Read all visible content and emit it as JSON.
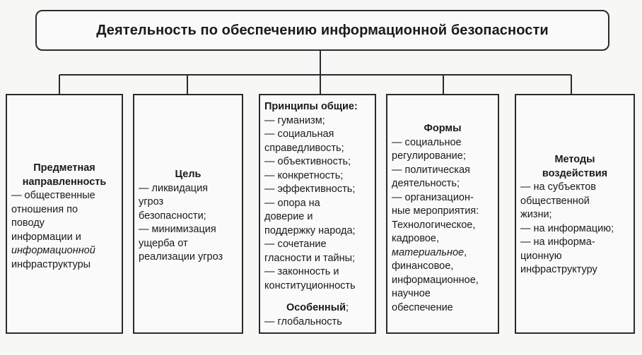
{
  "title": "Деятельность по обеспечению информационной безопасности",
  "boxes": {
    "direction": {
      "heading_lines": [
        "Предметная",
        "направленность"
      ],
      "lines": [
        "— общественные",
        "отношения по",
        "поводу",
        "информации и"
      ],
      "italic_line": "информационной",
      "last_line": "инфраструктуры"
    },
    "goal": {
      "heading": "Цель",
      "lines": [
        "— ликвидация",
        "угроз",
        "безопасности;",
        "— минимизация",
        "ущерба от",
        "реализации угроз"
      ]
    },
    "principles": {
      "heading": "Принципы общие:",
      "lines": [
        "— гуманизм;",
        "— социальная",
        "справедливость;",
        "— объективность;",
        "— конкретность;",
        "— эффективность;",
        "— опора на",
        "доверие и",
        "поддержку народа;",
        "— сочетание",
        "гласности и тайны;",
        "— законность и",
        "конституционность"
      ],
      "special_heading": "Особенный",
      "special_punct": ";",
      "special_lines": [
        "— глобальность"
      ]
    },
    "forms": {
      "heading": "Формы",
      "lines": [
        "— социальное",
        "регулирование;",
        "— политическая",
        "деятельность;",
        "— организацион-",
        "ные мероприятия:",
        "Технологическое,",
        "кадровое,"
      ],
      "italic_line": "материальное",
      "italic_suffix": ",",
      "last_lines": [
        "финансовое,",
        "информационное,",
        "научное",
        "обеспечение"
      ]
    },
    "methods": {
      "heading_lines": [
        "Методы",
        "воздействия"
      ],
      "lines": [
        "— на субъектов",
        "общественной",
        "жизни;",
        "— на информацию;",
        "— на информа-",
        "ционную",
        "инфраструктуру"
      ]
    }
  }
}
